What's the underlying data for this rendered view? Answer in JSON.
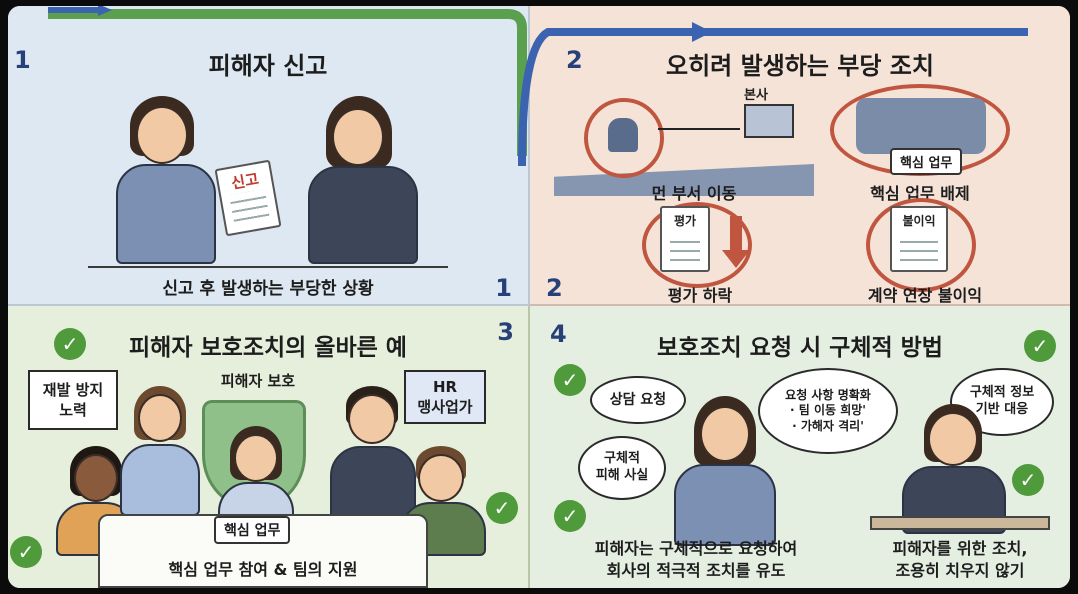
{
  "panel1": {
    "number": "1",
    "title": "피해자 신고",
    "doc_stamp": "신고",
    "caption": "신고 후 발생하는 부당한 상황",
    "corner_number": "1"
  },
  "panel2": {
    "number": "2",
    "title": "오히려 발생하는 부당 조치",
    "hq_label": "본사",
    "remote_caption": "먼 부서 이동",
    "core_tag": "핵심 업무",
    "exclude_caption": "핵심 업무 배제",
    "eval_doc": "평가",
    "eval_caption": "평가 하락",
    "contract_doc": "불이익",
    "contract_caption": "계약 연장 불이익",
    "corner_number": "2"
  },
  "panel3": {
    "number": "3",
    "title": "피해자 보호조치의 올바른 예",
    "note_left": "재발 방지\n노력",
    "shield_label": "피해자 보호",
    "hr_sign": "HR\n맹사업가",
    "core_tag": "핵심 업무",
    "caption": "핵심 업무 참여 & 팀의 지원"
  },
  "panel4": {
    "number": "4",
    "title": "보호조치 요청 시 구체적 방법",
    "bubble_consult": "상담 요청",
    "bubble_facts": "구체적\n피해 사실",
    "bubble_request": "요청 사항 명확화\n· 팀 이동 희망'\n· 가해자 격리'",
    "bubble_info": "구체적 정보\n기반 대응",
    "caption_left": "피해자는 구체적으로 요청하여\n회사의 적극적 조치를 유도",
    "caption_right": "피해자를 위한 조치,\n조용히 치우지 않기"
  },
  "colors": {
    "blue_panel": "#dde8f3",
    "peach_panel": "#f5e3d8",
    "green_panel": "#e6efdc",
    "accent_red": "#c0563f",
    "check_green": "#4f9a3a",
    "number_blue": "#27407a"
  }
}
